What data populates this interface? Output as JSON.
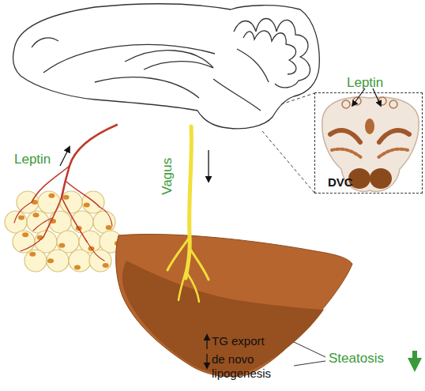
{
  "diagram": {
    "nodes": [
      {
        "text": [
          "Leptin",
          "DVC"
        ]
      },
      {
        "text": [
          "TG export",
          "de novo lipogenesis"
        ]
      }
    ],
    "labels": [
      "Leptin",
      "Vagus",
      "Steatosis"
    ]
  }
}
